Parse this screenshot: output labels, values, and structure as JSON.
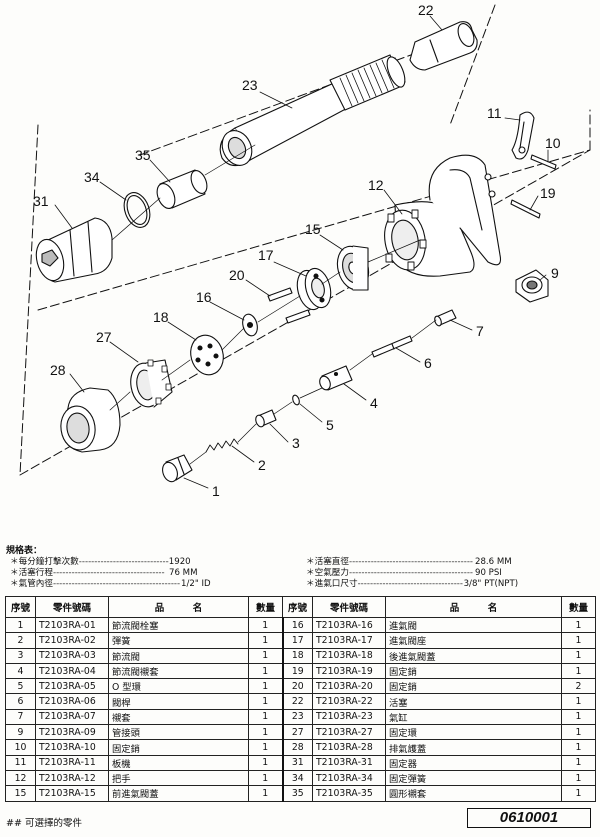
{
  "diagram": {
    "callouts": [
      "22",
      "23",
      "11",
      "10",
      "35",
      "34",
      "12",
      "19",
      "31",
      "15",
      "17",
      "9",
      "20",
      "16",
      "18",
      "7",
      "27",
      "6",
      "28",
      "4",
      "5",
      "3",
      "2",
      "1"
    ]
  },
  "specs": {
    "title": "規格表：",
    "items": [
      {
        "label": "＊每分鐘打擊次數",
        "value": "1920"
      },
      {
        "label": "＊活塞行程",
        "value": "76 MM"
      },
      {
        "label": "＊氣管內徑",
        "value": "1/2\" ID"
      },
      {
        "label": "＊活塞直徑",
        "value": "28.6 MM"
      },
      {
        "label": "＊空氣壓力",
        "value": "90 PSI"
      },
      {
        "label": "＊進氣口尺寸",
        "value": "3/8\" PT(NPT)"
      }
    ]
  },
  "table": {
    "headers": [
      "序號",
      "零件號碼",
      "品　　　名",
      "數量",
      "序號",
      "零件號碼",
      "品　　　名",
      "數量"
    ],
    "rows": [
      [
        "1",
        "T2103RA-01",
        "節流閥栓塞",
        "1",
        "16",
        "T2103RA-16",
        "進氣閥",
        "1"
      ],
      [
        "2",
        "T2103RA-02",
        "彈簧",
        "1",
        "17",
        "T2103RA-17",
        "進氣閥座",
        "1"
      ],
      [
        "3",
        "T2103RA-03",
        "節流閥",
        "1",
        "18",
        "T2103RA-18",
        "後進氣閥蓋",
        "1"
      ],
      [
        "4",
        "T2103RA-04",
        "節流閥襯套",
        "1",
        "19",
        "T2103RA-19",
        "固定銷",
        "1"
      ],
      [
        "5",
        "T2103RA-05",
        "O 型環",
        "1",
        "20",
        "T2103RA-20",
        "固定銷",
        "2"
      ],
      [
        "6",
        "T2103RA-06",
        "閥桿",
        "1",
        "22",
        "T2103RA-22",
        "活塞",
        "1"
      ],
      [
        "7",
        "T2103RA-07",
        "襯套",
        "1",
        "23",
        "T2103RA-23",
        "氣缸",
        "1"
      ],
      [
        "9",
        "T2103RA-09",
        "管接頭",
        "1",
        "27",
        "T2103RA-27",
        "固定環",
        "1"
      ],
      [
        "10",
        "T2103RA-10",
        "固定銷",
        "1",
        "28",
        "T2103RA-28",
        "排氣護蓋",
        "1"
      ],
      [
        "11",
        "T2103RA-11",
        "板機",
        "1",
        "31",
        "T2103RA-31",
        "固定器",
        "1"
      ],
      [
        "12",
        "T2103RA-12",
        "把手",
        "1",
        "34",
        "T2103RA-34",
        "固定彈簧",
        "1"
      ],
      [
        "15",
        "T2103RA-15",
        "前進氣閥蓋",
        "1",
        "35",
        "T2103RA-35",
        "圓形襯套",
        "1"
      ]
    ]
  },
  "footnote": "## 可選擇的零件",
  "doc_number": "0610001"
}
